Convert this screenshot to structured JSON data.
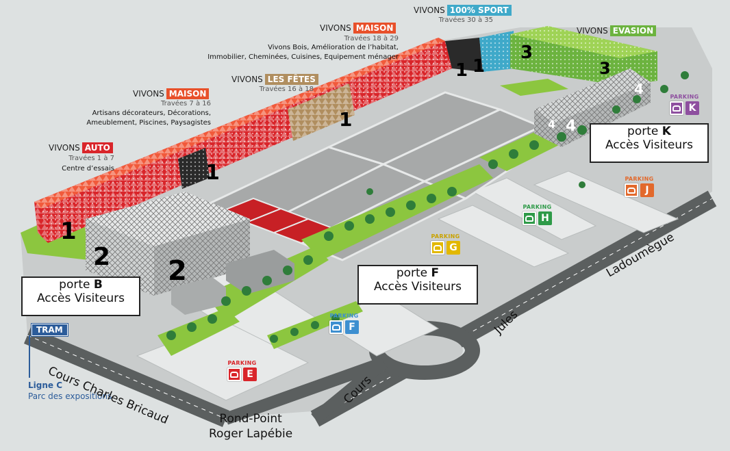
{
  "halls": [
    {
      "vivons": "VIVONS",
      "tag": "AUTO",
      "color": "#d9252a",
      "sub": "Travées 1 à 7",
      "desc": [
        "Centre d’essais"
      ]
    },
    {
      "vivons": "VIVONS",
      "tag": "MAISON",
      "color": "#e8502a",
      "sub": "Travées 7 à 16",
      "desc": [
        "Artisans décorateurs, Décorations,",
        "Ameublement, Piscines, Paysagistes"
      ]
    },
    {
      "vivons": "VIVONS",
      "tag": "LES FÊTES",
      "color": "#b08e5f",
      "sub": "Travées 16 à 18",
      "desc": []
    },
    {
      "vivons": "VIVONS",
      "tag": "MAISON",
      "color": "#e8502a",
      "sub": "Travées 18 à 29",
      "desc": [
        "Vivons Bois, Amélioration de l’habitat,",
        "Immobilier, Cheminées, Cuisines, Equipement ménager"
      ]
    },
    {
      "vivons": "VIVONS",
      "tag": "100% SPORT",
      "color": "#3fa9c9",
      "sub": "Travées 30 à 35",
      "desc": []
    },
    {
      "vivons": "VIVONS",
      "tag": "EVASION",
      "color": "#6cb33f",
      "sub": "",
      "desc": []
    }
  ],
  "hall_numbers": [
    "1",
    "1",
    "1",
    "1",
    "1",
    "2",
    "2",
    "3",
    "3",
    "4",
    "4",
    "4"
  ],
  "parkings": [
    {
      "title": "PARKING",
      "letter": "K",
      "color": "#8e4f9f",
      "icon": "car-icon"
    },
    {
      "title": "PARKING",
      "letter": "J",
      "color": "#e2692c",
      "icon": "car-icon"
    },
    {
      "title": "PARKING",
      "letter": "H",
      "color": "#2e9a48",
      "icon": "car-icon"
    },
    {
      "title": "PARKING",
      "letter": "G",
      "color": "#e2b800",
      "icon": "car-icon"
    },
    {
      "title": "PARKING",
      "letter": "F",
      "color": "#3d8fd0",
      "icon": "car-icon"
    },
    {
      "title": "PARKING",
      "letter": "E",
      "color": "#d9252a",
      "icon": "car-icon"
    }
  ],
  "entrances": [
    {
      "porte": "porte",
      "letter": "B",
      "acces": "Accès Visiteurs"
    },
    {
      "porte": "porte",
      "letter": "F",
      "acces": "Accès Visiteurs"
    },
    {
      "porte": "porte",
      "letter": "K",
      "acces": "Accès Visiteurs"
    }
  ],
  "tram": {
    "label": "TRAM",
    "line": "Ligne C",
    "stop": "Parc des expositions"
  },
  "roads": {
    "bricaud": "Cours Charles Bricaud",
    "cours": "Cours",
    "jules": "Jules",
    "ladoumegue": "Ladoumègue",
    "rondpoint_1": "Rond-Point",
    "rondpoint_2": "Roger Lapébie"
  }
}
